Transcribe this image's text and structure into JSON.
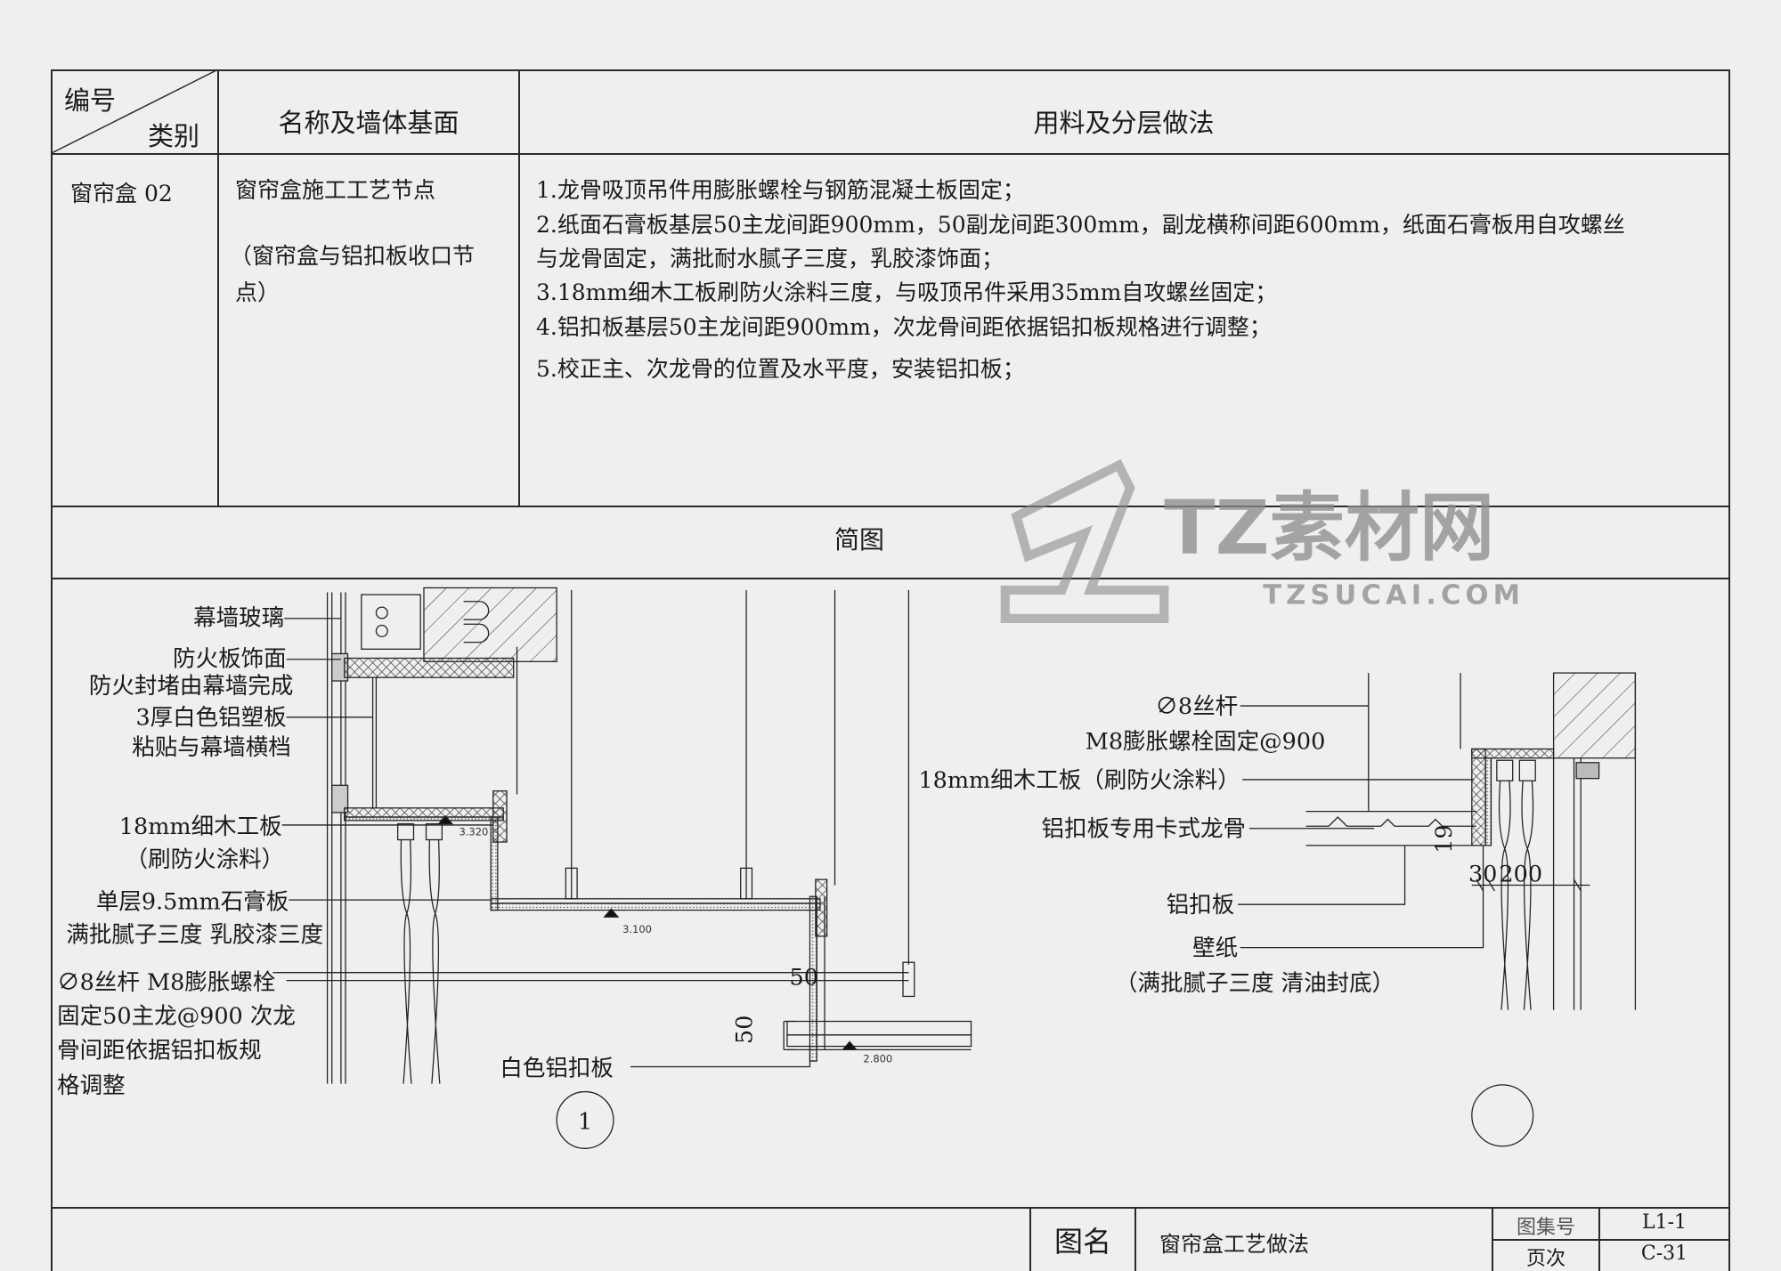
{
  "header": {
    "col1_top": "编号",
    "col1_bottom": "类别",
    "col2": "名称及墙体基面",
    "col3": "用料及分层做法"
  },
  "row": {
    "code": "窗帘盒 02",
    "name": "窗帘盒施工工艺节点",
    "name_note_line1": "（窗帘盒与铝扣板收口节",
    "name_note_line2": "点）",
    "steps": [
      "1.龙骨吸顶吊件用膨胀螺栓与钢筋混凝土板固定；",
      "2.纸面石膏板基层50主龙间距900mm，50副龙间距300mm，副龙横称间距600mm，纸面石膏板用自攻螺丝",
      "与龙骨固定，满批耐水腻子三度，乳胶漆饰面；",
      "3.18mm细木工板刷防火涂料三度，与吸顶吊件采用35mm自攻螺丝固定；",
      "4.铝扣板基层50主龙间距900mm，次龙骨间距依据铝扣板规格进行调整；",
      "5.校正主、次龙骨的位置及水平度，安装铝扣板；"
    ]
  },
  "section_title": "简图",
  "watermark": {
    "brand": "TZ素材网",
    "url": "TZSUCAI.COM"
  },
  "drawing_left": {
    "labels": [
      "幕墙玻璃",
      "防火板饰面",
      "防火封堵由幕墙完成",
      "3厚白色铝塑板",
      "粘贴与幕墙横档",
      "18mm细木工板",
      "（刷防火涂料）",
      "单层9.5mm石膏板",
      "满批腻子三度 乳胶漆三度",
      "∅8丝杆 M8膨胀螺栓",
      "固定50主龙@900 次龙",
      "骨间距依据铝扣板规",
      "格调整",
      "白色铝扣板"
    ],
    "elevations": [
      "3.320",
      "3.100",
      "2.800"
    ],
    "dims": [
      "50",
      "50"
    ],
    "detail_no": "1"
  },
  "drawing_right": {
    "labels": [
      "∅8丝杆",
      "M8膨胀螺栓固定@900",
      "18mm细木工板（刷防火涂料）",
      "铝扣板专用卡式龙骨",
      "铝扣板",
      "壁纸",
      "（满批腻子三度 清油封底）"
    ],
    "dims": [
      "30",
      "200",
      "19"
    ]
  },
  "title_block": {
    "label": "图名",
    "name": "窗帘盒工艺做法",
    "set_label": "图集号",
    "set_value": "L1-1",
    "page_label": "页次",
    "page_value": "C-31"
  }
}
